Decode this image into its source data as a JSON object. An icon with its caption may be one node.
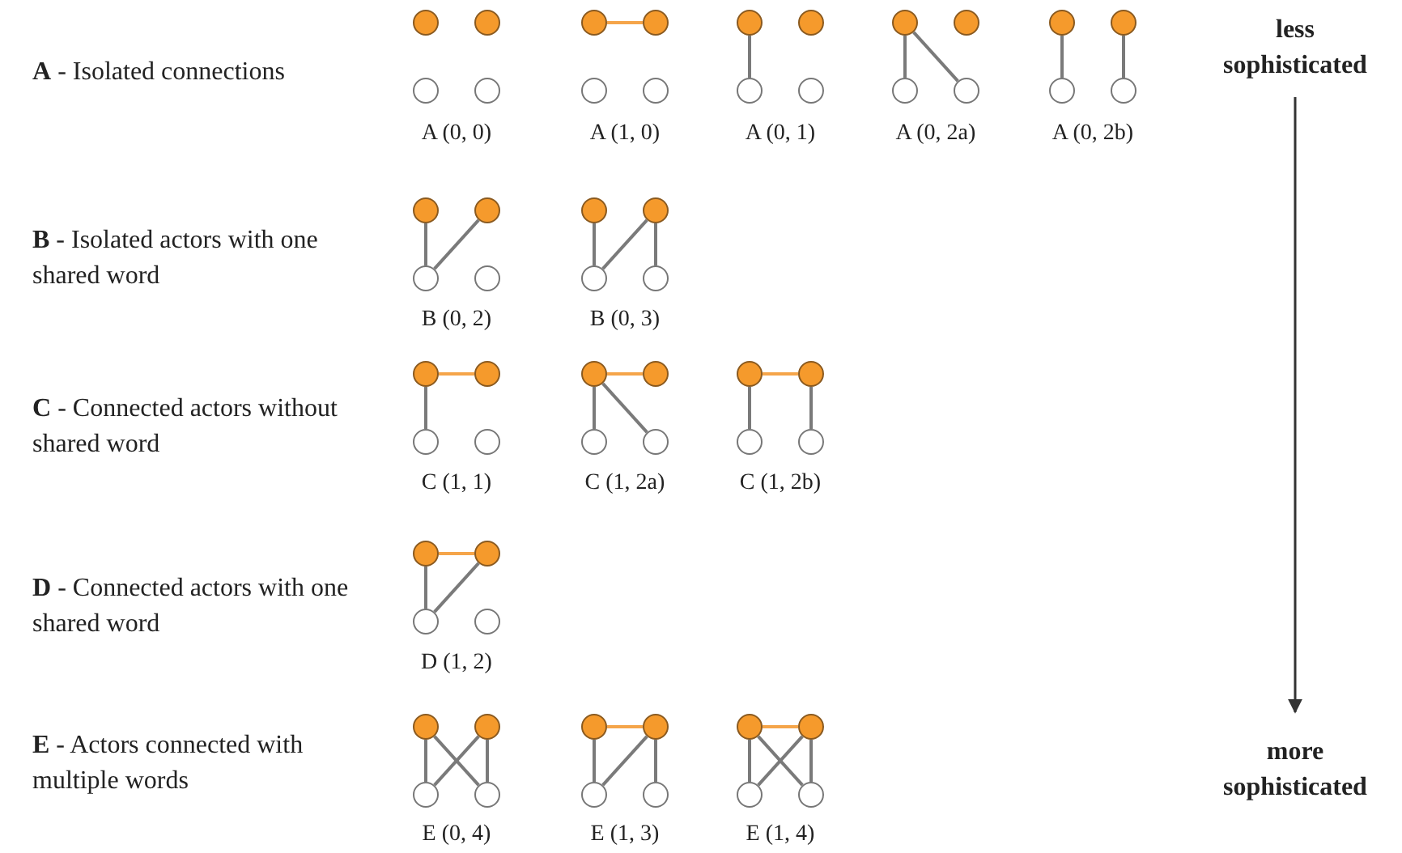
{
  "diagram": {
    "nodes": [
      {
        "text": [],
        "shape": "circle"
      },
      {
        "text": [],
        "shape": "circle"
      },
      {
        "text": [],
        "shape": "circle"
      },
      {
        "text": [],
        "shape": "circle"
      },
      {
        "text": [],
        "shape": "circle"
      },
      {
        "text": [],
        "shape": "circle"
      },
      {
        "text": [],
        "shape": "circle"
      },
      {
        "text": [],
        "shape": "circle"
      },
      {
        "text": [],
        "shape": "circle"
      },
      {
        "text": [],
        "shape": "circle"
      },
      {
        "text": [],
        "shape": "circle"
      },
      {
        "text": [],
        "shape": "circle"
      },
      {
        "text": [],
        "shape": "circle"
      },
      {
        "text": [],
        "shape": "circle"
      },
      {
        "text": [],
        "shape": "circle"
      },
      {
        "text": [],
        "shape": "circle"
      },
      {
        "text": [],
        "shape": "circle"
      },
      {
        "text": [],
        "shape": "circle"
      },
      {
        "text": [],
        "shape": "circle"
      },
      {
        "text": [],
        "shape": "circle"
      },
      {
        "text": [],
        "shape": "circle"
      },
      {
        "text": [],
        "shape": "circle"
      },
      {
        "text": [],
        "shape": "circle"
      },
      {
        "text": [],
        "shape": "circle"
      },
      {
        "text": [],
        "shape": "circle"
      },
      {
        "text": [],
        "shape": "circle"
      },
      {
        "text": [],
        "shape": "circle"
      },
      {
        "text": [],
        "shape": "circle"
      },
      {
        "text": [],
        "shape": "circle"
      },
      {
        "text": [],
        "shape": "circle"
      },
      {
        "text": [],
        "shape": "circle"
      },
      {
        "text": [],
        "shape": "circle"
      },
      {
        "text": [],
        "shape": "circle"
      },
      {
        "text": [],
        "shape": "circle"
      },
      {
        "text": [],
        "shape": "circle"
      },
      {
        "text": [],
        "shape": "circle"
      },
      {
        "text": [],
        "shape": "circle"
      },
      {
        "text": [],
        "shape": "circle"
      },
      {
        "text": [],
        "shape": "circle"
      },
      {
        "text": [],
        "shape": "circle"
      },
      {
        "text": [],
        "shape": "circle"
      },
      {
        "text": [],
        "shape": "circle"
      },
      {
        "text": [],
        "shape": "circle"
      },
      {
        "text": [],
        "shape": "circle"
      },
      {
        "text": [],
        "shape": "circle"
      },
      {
        "text": [],
        "shape": "circle"
      },
      {
        "text": [],
        "shape": "circle"
      },
      {
        "text": [],
        "shape": "circle"
      },
      {
        "text": [],
        "shape": "circle"
      },
      {
        "text": [],
        "shape": "circle"
      },
      {
        "text": [],
        "shape": "circle"
      },
      {
        "text": [],
        "shape": "circle"
      },
      {
        "text": [],
        "shape": "circle"
      },
      {
        "text": [],
        "shape": "circle"
      },
      {
        "text": [],
        "shape": "circle"
      },
      {
        "text": [],
        "shape": "circle"
      }
    ],
    "edges": [
      {
        "from": 4,
        "to": 5,
        "arrow": "none",
        "color": "#f5a54a"
      },
      {
        "from": 8,
        "to": 10,
        "arrow": "none"
      },
      {
        "from": 12,
        "to": 14,
        "arrow": "none"
      },
      {
        "from": 12,
        "to": 15,
        "arrow": "none"
      },
      {
        "from": 16,
        "to": 18,
        "arrow": "none"
      },
      {
        "from": 17,
        "to": 19,
        "arrow": "none"
      },
      {
        "from": 20,
        "to": 22,
        "arrow": "none"
      },
      {
        "from": 21,
        "to": 22,
        "arrow": "none"
      },
      {
        "from": 24,
        "to": 26,
        "arrow": "none"
      },
      {
        "from": 25,
        "to": 26,
        "arrow": "none"
      },
      {
        "from": 25,
        "to": 27,
        "arrow": "none"
      },
      {
        "from": 28,
        "to": 29,
        "arrow": "none",
        "color": "#f5a54a"
      },
      {
        "from": 28,
        "to": 30,
        "arrow": "none"
      },
      {
        "from": 32,
        "to": 33,
        "arrow": "none",
        "color": "#f5a54a"
      },
      {
        "from": 32,
        "to": 34,
        "arrow": "none"
      },
      {
        "from": 32,
        "to": 35,
        "arrow": "none"
      },
      {
        "from": 36,
        "to": 37,
        "arrow": "none",
        "color": "#f5a54a"
      },
      {
        "from": 36,
        "to": 38,
        "arrow": "none"
      },
      {
        "from": 37,
        "to": 39,
        "arrow": "none"
      },
      {
        "from": 40,
        "to": 41,
        "arrow": "none",
        "color": "#f5a54a"
      },
      {
        "from": 40,
        "to": 42,
        "arrow": "none"
      },
      {
        "from": 41,
        "to": 42,
        "arrow": "none"
      },
      {
        "from": 44,
        "to": 46,
        "arrow": "none"
      },
      {
        "from": 44,
        "to": 47,
        "arrow": "none"
      },
      {
        "from": 45,
        "to": 46,
        "arrow": "none"
      },
      {
        "from": 45,
        "to": 47,
        "arrow": "none"
      },
      {
        "from": 48,
        "to": 49,
        "arrow": "none",
        "color": "#f5a54a"
      },
      {
        "from": 48,
        "to": 50,
        "arrow": "none"
      },
      {
        "from": 49,
        "to": 50,
        "arrow": "none"
      },
      {
        "from": 49,
        "to": 51,
        "arrow": "none"
      },
      {
        "from": 52,
        "to": 53,
        "arrow": "none",
        "color": "#f5a54a"
      },
      {
        "from": 52,
        "to": 54,
        "arrow": "none"
      },
      {
        "from": 52,
        "to": 55,
        "arrow": "none"
      },
      {
        "from": 53,
        "to": 54,
        "arrow": "none"
      },
      {
        "from": 53,
        "to": 55,
        "arrow": "none"
      }
    ],
    "labels": [
      "**A** - Isolated connections",
      "less sophisticated",
      "A (0, 0)",
      "A (1, 0)",
      "A (0, 1)",
      "A (0, 2a)",
      "A (0, 2b)",
      "**B** - Isolated actors with one shared word",
      "B (0, 2)",
      "B (0, 3)",
      "**C** - Connected actors without shared word",
      "C (1, 1)",
      "C (1, 2a)",
      "C (1, 2b)",
      "**D** - Connected actors with one shared word",
      "D (1, 2)",
      "**E** - Actors connected with multiple words",
      "more sophisticated",
      "E (0, 4)",
      "E (1, 3)",
      "E (1, 4)"
    ]
  }
}
